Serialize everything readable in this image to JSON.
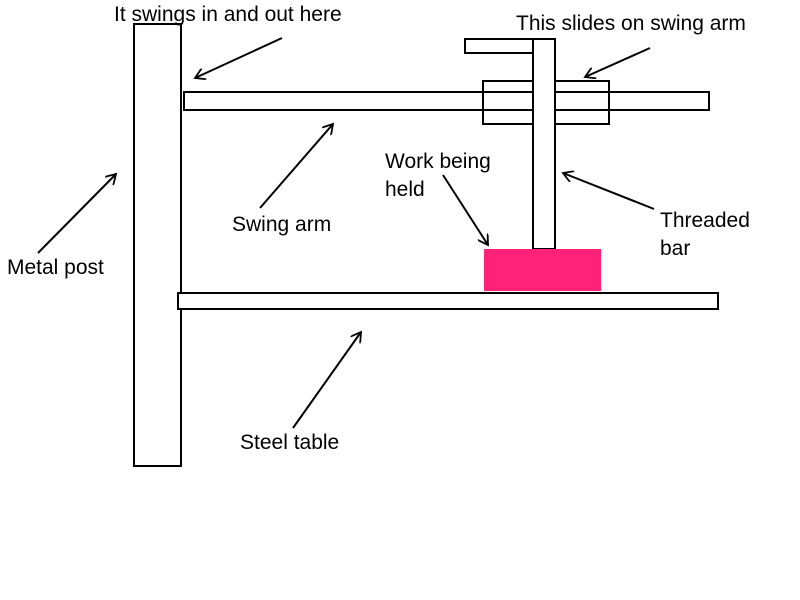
{
  "labels": {
    "swing_point": "It swings in and out here",
    "slider": "This slides on swing arm",
    "work_line1": "Work being",
    "work_line2": "held",
    "threaded_line1": "Threaded",
    "threaded_line2": "bar",
    "swing_arm": "Swing arm",
    "metal_post": "Metal post",
    "steel_table": "Steel table"
  },
  "colors": {
    "outline": "#000000",
    "work_piece": "#ff2277",
    "background": "#ffffff"
  }
}
